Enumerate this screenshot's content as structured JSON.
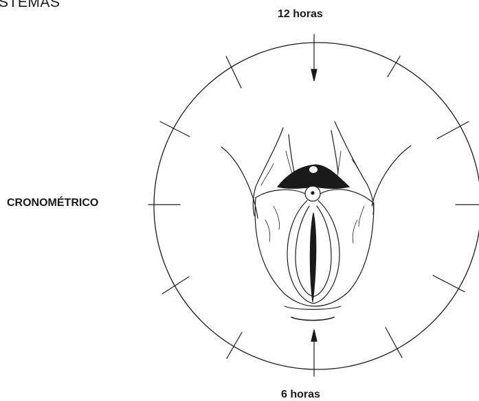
{
  "header": {
    "text": "STEMAS"
  },
  "diagram": {
    "label_top": "12 horas",
    "label_bottom": "6 horas",
    "label_left": "CRONOMÉTRICO"
  },
  "colors": {
    "ink": "#1a1a1a",
    "background": "#ffffff"
  },
  "icons": [
    "clock-dial",
    "vulva-illustration"
  ]
}
